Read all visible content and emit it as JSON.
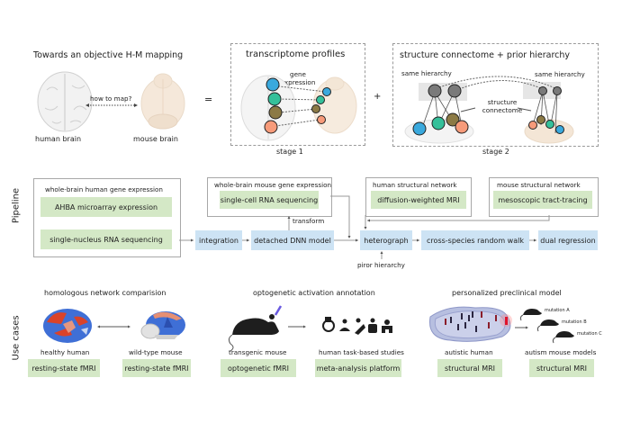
{
  "header": {
    "title": "Towards an objective H-M mapping",
    "human_brain_label": "human brain",
    "mouse_brain_label": "mouse brain",
    "how_to_map": "how to map?",
    "equals": "=",
    "plus": "+"
  },
  "stage1": {
    "title": "transcriptome profiles",
    "gene_expression": "gene\nexpression",
    "gene_line1": "gene",
    "gene_line2": "expression",
    "caption": "stage 1",
    "colors": [
      "#3aa9dd",
      "#35c09a",
      "#8c7a45",
      "#f79b7a"
    ]
  },
  "stage2": {
    "title": "structure connectome  +  prior hierarchy",
    "same_hierarchy_left": "same hierarchy",
    "same_hierarchy_right": "same hierarchy",
    "structure_line1": "structure",
    "structure_line2": "connectome",
    "caption": "stage 2",
    "node_color": "#7a7a7a"
  },
  "pipeline": {
    "section_label": "Pipeline",
    "human_expr": {
      "title": "whole-brain human gene expression",
      "items": [
        "AHBA microarray expression",
        "single-nucleus RNA sequencing"
      ]
    },
    "mouse_expr": {
      "title": "whole-brain mouse gene expression",
      "item": "single-cell RNA sequencing"
    },
    "human_struct": {
      "title": "human structural network",
      "item": "diffusion-weighted  MRI"
    },
    "mouse_struct": {
      "title": "mouse structural network",
      "item": "mesoscopic tract-tracing"
    },
    "steps": [
      "integration",
      "detached DNN model",
      "heterograph",
      "cross-species random walk",
      "dual regression"
    ],
    "transform_label": "transform",
    "prior_label": "piror hierarchy"
  },
  "use_cases": {
    "section_label": "Use cases",
    "groups": [
      {
        "title": "homologous network comparision",
        "left_label": "healthy human",
        "right_label": "wild-type mouse",
        "left_method": "resting-state fMRI",
        "right_method": "resting-state fMRI"
      },
      {
        "title": "optogenetic activation annotation",
        "left_label": "transgenic mouse",
        "right_label": "human task-based studies",
        "left_method": "optogenetic fMRI",
        "right_method": "meta-analysis platform"
      },
      {
        "title": "personalized preclinical model",
        "left_label": "autistic human",
        "right_label": "autism mouse models",
        "left_method": "structural MRI",
        "right_method": "structural MRI",
        "mutations": [
          "mutation A",
          "mutation B",
          "mutation C"
        ]
      }
    ]
  },
  "colors": {
    "green_box": "#d4e8c6",
    "blue_box": "#cde3f4",
    "brain_red": "#d9432a",
    "brain_blue": "#3f6fd6"
  }
}
